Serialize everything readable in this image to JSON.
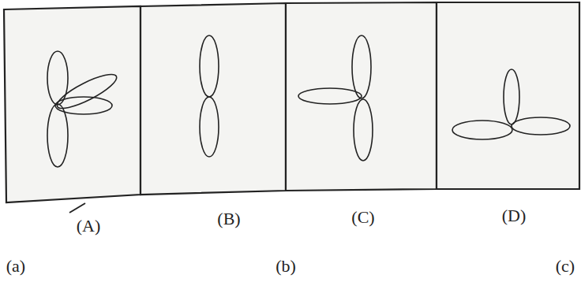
{
  "diagram": {
    "labels": [
      "(A)",
      "(B)",
      "(C)",
      "(D)",
      "(a)",
      "(b)",
      "(c)"
    ]
  }
}
